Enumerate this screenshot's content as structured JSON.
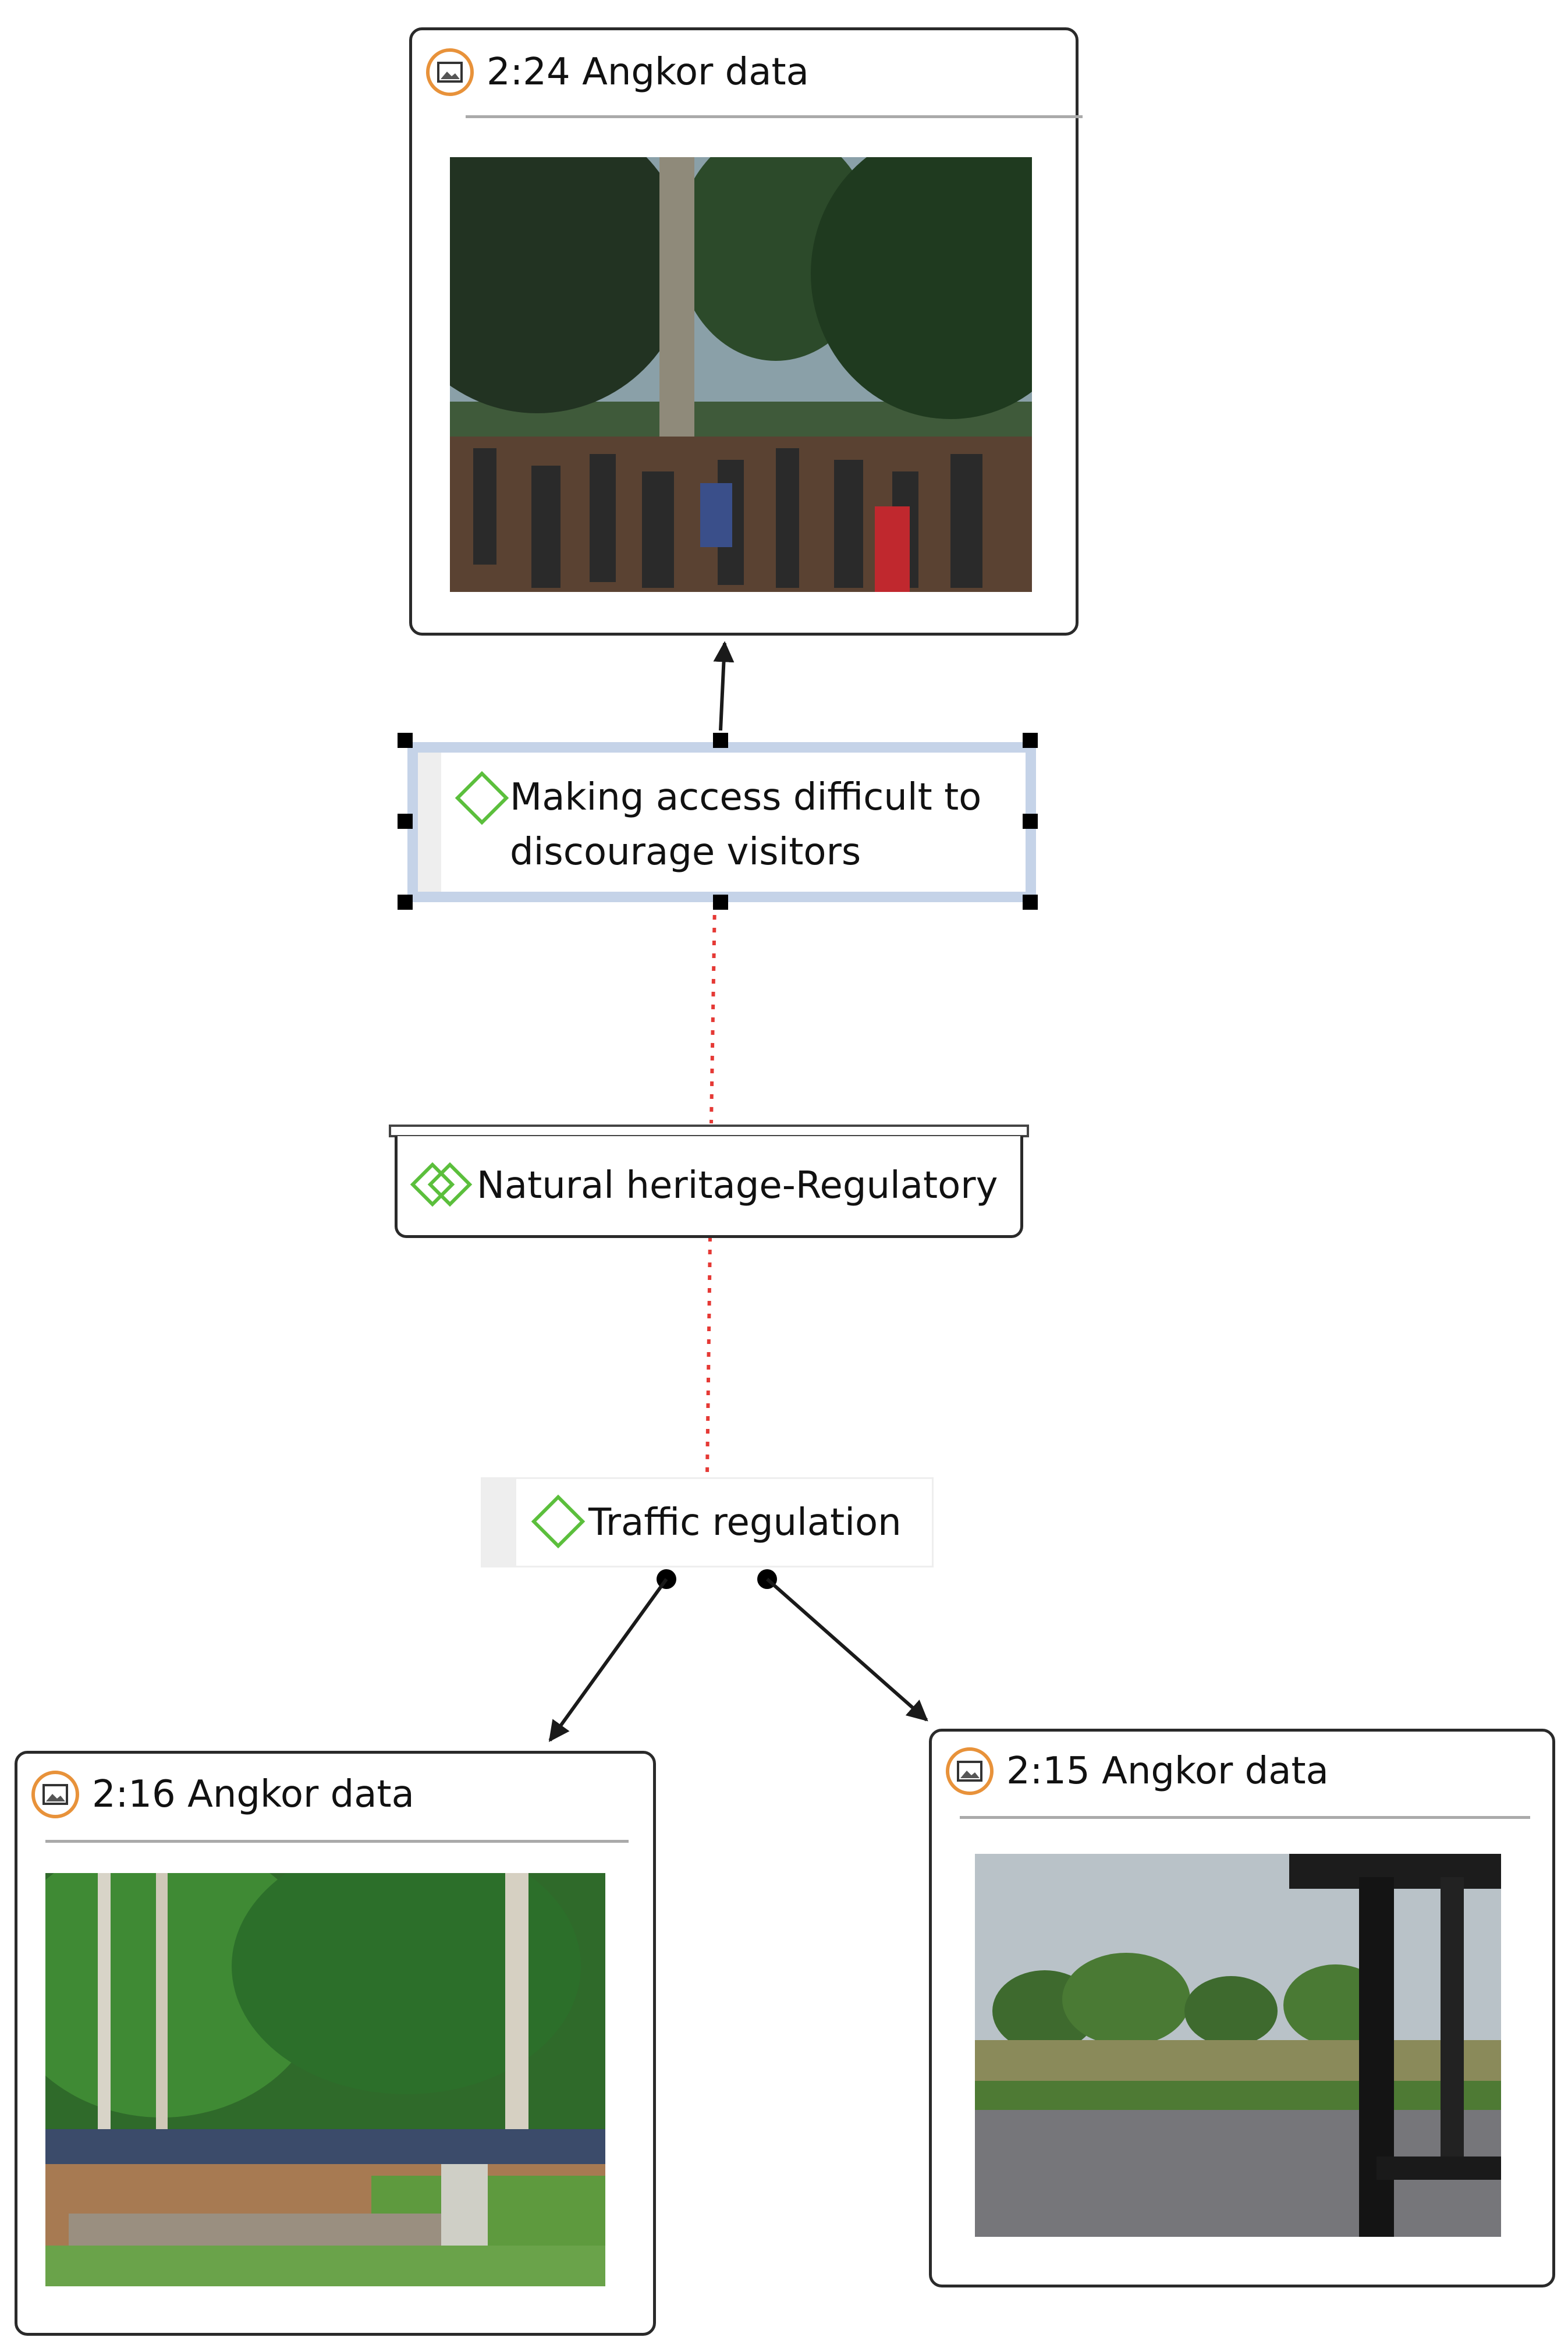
{
  "diagram": {
    "nodes": {
      "doc_top": {
        "title": "2:24 Angkor data",
        "icon": "image-document-icon",
        "photo": "crowd-of-visitors-under-trees"
      },
      "code_making_access": {
        "label_line1": "Making access difficult to",
        "label_line2": "discourage visitors",
        "icon": "code-diamond-icon",
        "selected": true
      },
      "code_group": {
        "label": "Natural heritage-Regulatory",
        "icon": "code-group-double-diamond-icon"
      },
      "code_traffic": {
        "label": "Traffic regulation",
        "icon": "code-diamond-icon"
      },
      "doc_left": {
        "title": "2:16 Angkor data",
        "icon": "image-document-icon",
        "photo": "motorbikes-parked-under-tall-trees"
      },
      "doc_right": {
        "title": "2:15 Angkor data",
        "icon": "image-document-icon",
        "photo": "road-and-field-seen-from-vehicle"
      }
    },
    "colors": {
      "doc_icon_ring": "#e8923a",
      "code_diamond": "#5bbf3c",
      "link_solid": "#1a1a1a",
      "link_dotted": "#e53935",
      "selection_frame": "#c5d3e8"
    }
  }
}
